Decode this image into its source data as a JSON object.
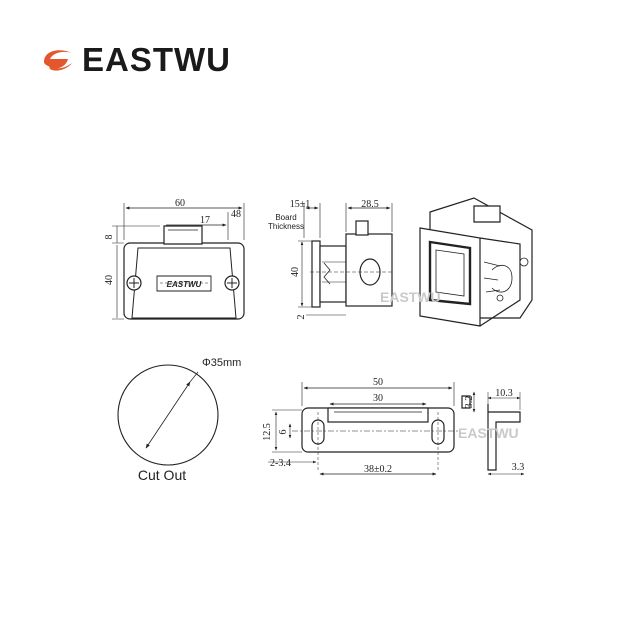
{
  "brand": {
    "name": "EASTWU",
    "color": "#e4572e"
  },
  "front_view": {
    "width": "60",
    "top_inner": "17",
    "top_right": "48",
    "tab": "8",
    "height": "40",
    "logo": "EASTWU"
  },
  "side_view": {
    "board": "15±1",
    "depth": "28.5",
    "board_label_1": "Board",
    "board_label_2": "Thickness",
    "height": "40",
    "bottom": "2"
  },
  "cutout": {
    "diameter": "Φ35mm",
    "label": "Cut Out"
  },
  "strike_plate": {
    "length": "50",
    "inner": "30",
    "height": "12.5",
    "slot": "6",
    "hole": "2-3.4",
    "pitch": "38±0.2",
    "right_a": "3.2",
    "right_b": "10.3",
    "right_c": "3.3"
  },
  "watermark": "EASTWU"
}
